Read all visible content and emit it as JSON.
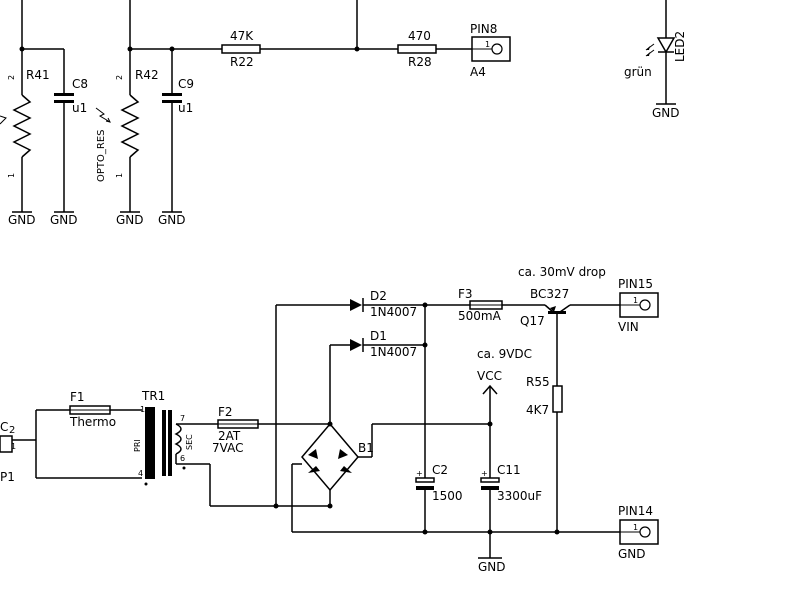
{
  "labels": {
    "r41": "R41",
    "r41_p2": "2",
    "r41_p1": "1",
    "c8": "C8",
    "c8_val": "u1",
    "r42": "R42",
    "r42_p2": "2",
    "r42_p1": "1",
    "opto_res": "OPTO_RES",
    "c9": "C9",
    "c9_val": "u1",
    "r22_val": "47K",
    "r22": "R22",
    "r28_val": "470",
    "r28": "R28",
    "pin8": "PIN8",
    "pin8_num": "1",
    "pin8_sig": "A4",
    "led2": "LED2",
    "led2_color": "grün",
    "gnd_a": "GND",
    "gnd_b": "GND",
    "gnd_c": "GND",
    "gnd_d": "GND",
    "gnd_led": "GND",
    "drop_note": "ca. 30mV drop",
    "q17_type": "BC327",
    "q17": "Q17",
    "pin15": "PIN15",
    "pin15_num": "1",
    "pin15_sig": "VIN",
    "d2": "D2",
    "d2_val": "1N4007",
    "d1": "D1",
    "d1_val": "1N4007",
    "f3": "F3",
    "f3_val": "500mA",
    "vcc_note": "ca. 9VDC",
    "vcc": "VCC",
    "r55": "R55",
    "r55_val": "4K7",
    "f1": "F1",
    "f1_val": "Thermo",
    "tr1": "TR1",
    "tr1_pri": "PRI",
    "tr1_sec": "SEC",
    "tr1_p1": "1",
    "tr1_p4": "4",
    "tr1_p7": "7",
    "tr1_p6": "6",
    "f2": "F2",
    "f2_val": "2AT",
    "f2_volt": "7VAC",
    "b1": "B1",
    "c2": "C2",
    "c2_val": "1500",
    "c2_plus": "+",
    "c11": "C11",
    "c11_val": "3300uF",
    "c11_plus": "+",
    "pin14": "PIN14",
    "pin14_num": "1",
    "pin14_sig": "GND",
    "gnd_main": "GND",
    "conn_left": "C",
    "conn_left_num": "2",
    "conn_left_num1": "1",
    "conn_left_p": "P1"
  }
}
